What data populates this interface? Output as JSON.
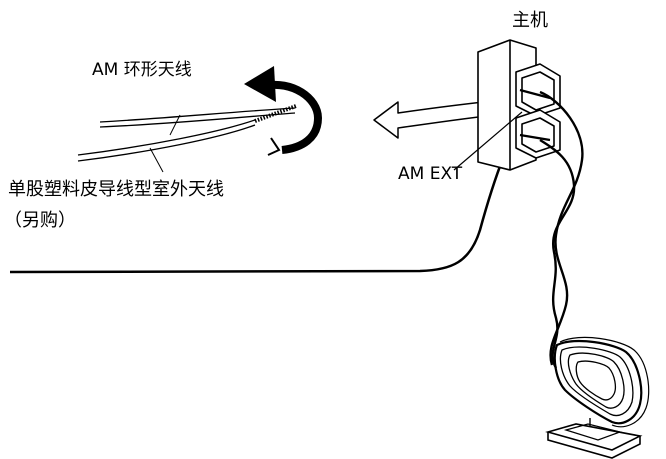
{
  "labels": {
    "main_unit": "主机",
    "am_loop_antenna": "AM 环形天线",
    "am_ext": "AM EXT",
    "outdoor_wire_line1": "单股塑料皮导线型室外天线",
    "outdoor_wire_line2": "（另购）"
  },
  "colors": {
    "ink": "#000000",
    "background": "#ffffff"
  }
}
